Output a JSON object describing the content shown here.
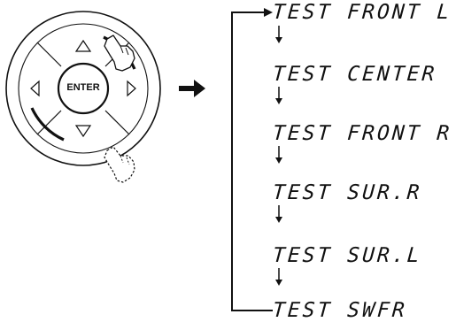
{
  "remote": {
    "enter_label": "ENTER",
    "buttons": [
      "up-arrow-icon",
      "down-arrow-icon",
      "left-arrow-icon",
      "right-arrow-icon"
    ]
  },
  "sequence": {
    "steps": [
      "TEST FRONT L",
      "TEST CENTER",
      "TEST FRONT R",
      "TEST SUR.R",
      "TEST SUR.L",
      "TEST SWFR"
    ]
  },
  "colors": {
    "line": "#111111",
    "pad_fill": "#ffffff",
    "background": "#ffffff"
  }
}
